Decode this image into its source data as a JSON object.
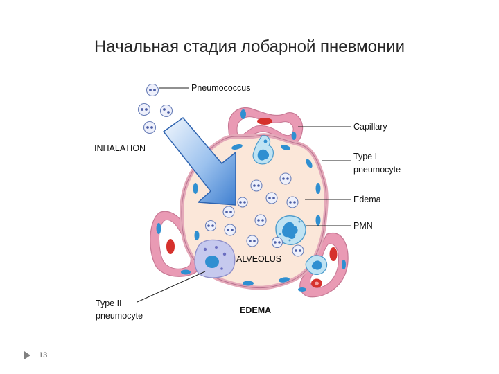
{
  "slide": {
    "title": "Начальная стадия лобарной пневмонии",
    "page_number": "13"
  },
  "diagram": {
    "labels": {
      "pneumococcus": "Pneumococcus",
      "inhalation": "INHALATION",
      "capillary": "Capillary",
      "type1_line1": "Type I",
      "type1_line2": "pneumocyte",
      "edema": "Edema",
      "pmn": "PMN",
      "alveolus": "ALVEOLUS",
      "type2_line1": "Type II",
      "type2_line2": "pneumocyte",
      "edema_caption": "EDEMA"
    },
    "colors": {
      "alveolus_fill": "#fbe7d9",
      "capillary_pink": "#e99ab4",
      "nucleus_blue": "#2f8fd1",
      "red_cell": "#d6312c",
      "arrow_blue": "#3f7fd0"
    }
  }
}
